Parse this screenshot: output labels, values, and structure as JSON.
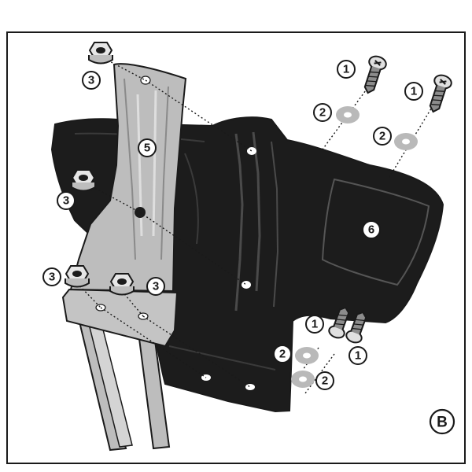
{
  "callouts": {
    "c1a": "1",
    "c1b": "1",
    "c1c": "1",
    "c1d": "1",
    "c2a": "2",
    "c2b": "2",
    "c2c": "2",
    "c2d": "2",
    "c3a": "3",
    "c3b": "3",
    "c3c": "3",
    "c3d": "3",
    "c5": "5",
    "c6": "6"
  },
  "view_label": "B",
  "colors": {
    "cover": "#1c1c1c",
    "bracket": "#bdbdbd",
    "washer": "#b9b9b9",
    "outline": "#1a1a1a"
  }
}
